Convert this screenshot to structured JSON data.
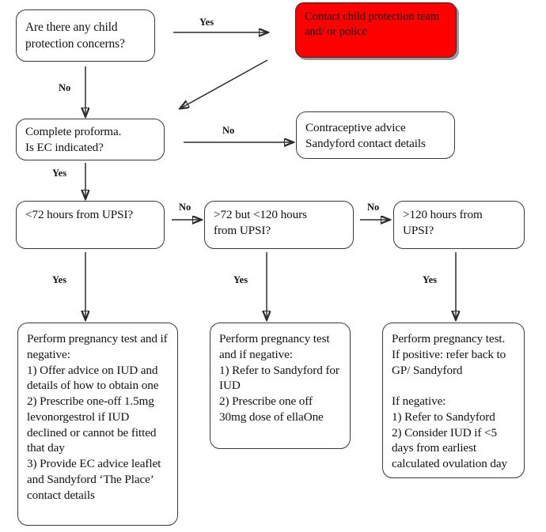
{
  "diagram": {
    "title": "Emergency contraception (EC) clinical pathway flowchart",
    "accent_red": "#fe0000",
    "line_color": "#2c2c2c"
  },
  "nodes": {
    "child_protection_question": "Are there any child protection concerns?",
    "contact_protection_team": "Contact child protection team and/ or police",
    "complete_proforma": "Complete proforma.\nIs EC indicated?",
    "contraceptive_advice": "Contraceptive advice\nSandyford contact details",
    "under_72": "<72 hours from UPSI?",
    "between_72_120": ">72 but <120 hours\nfrom UPSI?",
    "over_120": ">120 hours from\nUPSI?",
    "outcome_under_72": "Perform pregnancy test and if negative:\n1) Offer advice on IUD and details of how to obtain one\n2) Prescribe one-off 1.5mg levonorgestrol if IUD declined or cannot be fitted that day\n3) Provide EC advice leaflet and Sandyford ‘The Place’ contact details",
    "outcome_72_120": "Perform pregnancy test and if negative:\n1) Refer to Sandyford for IUD\n2) Prescribe one off 30mg dose of ellaOne",
    "outcome_over_120": "Perform pregnancy test.\nIf positive: refer back to GP/ Sandyford\n\nIf negative:\n1) Refer to Sandyford\n2) Consider IUD if <5 days from earliest calculated ovulation day"
  },
  "edge_labels": {
    "cp_yes": "Yes",
    "cp_no": "No",
    "proforma_no": "No",
    "proforma_yes": "Yes",
    "under72_no": "No",
    "between_no": "No",
    "under72_yes": "Yes",
    "between_yes": "Yes",
    "over120_yes": "Yes"
  }
}
